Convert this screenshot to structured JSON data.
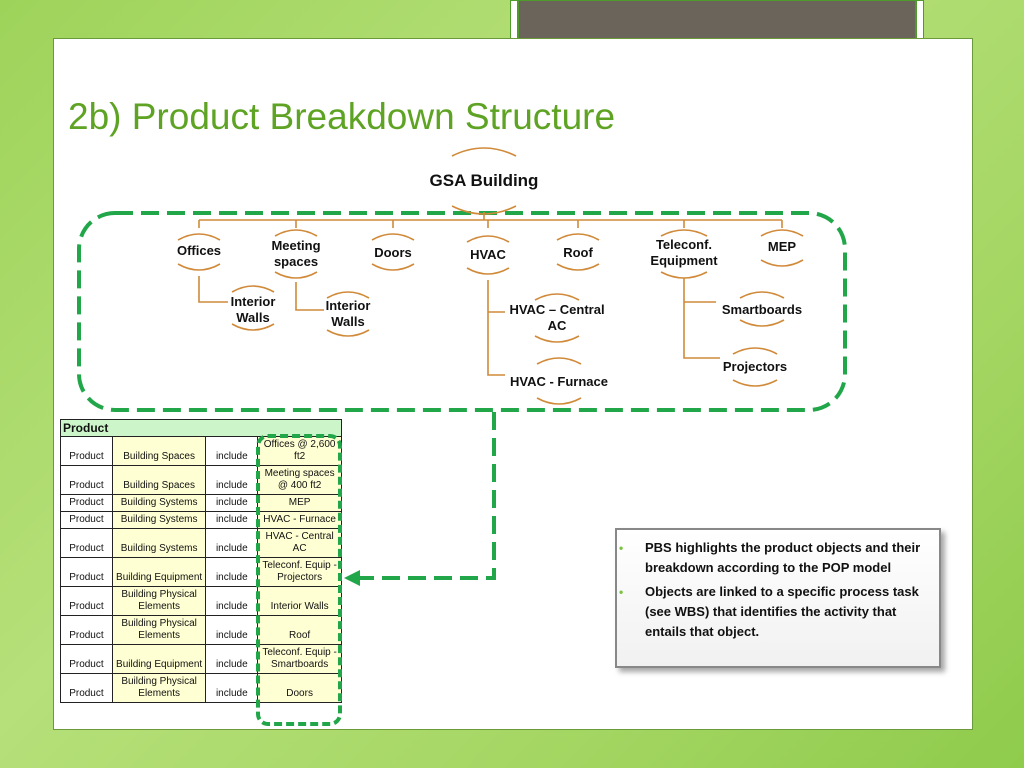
{
  "slide": {
    "title": "2b) Product Breakdown Structure"
  },
  "diagram": {
    "root": "GSA Building",
    "nodes": {
      "offices": "Offices",
      "meeting_spaces": [
        "Meeting",
        "spaces"
      ],
      "doors": "Doors",
      "hvac": "HVAC",
      "roof": "Roof",
      "teleconf": [
        "Teleconf.",
        "Equipment"
      ],
      "mep": "MEP",
      "interior_walls_1": [
        "Interior",
        "Walls"
      ],
      "interior_walls_2": [
        "Interior",
        "Walls"
      ],
      "hvac_central": [
        "HVAC – Central",
        "AC"
      ],
      "hvac_furnace": "HVAC - Furnace",
      "smartboards": "Smartboards",
      "projectors": "Projectors"
    },
    "colors": {
      "connector": "#d08a3a",
      "dash": "#21a64a"
    }
  },
  "table": {
    "header": "Product",
    "rows": [
      [
        "Product",
        "Building Spaces",
        "include",
        "Offices @ 2,600 ft2"
      ],
      [
        "Product",
        "Building Spaces",
        "include",
        "Meeting spaces @ 400 ft2"
      ],
      [
        "Product",
        "Building Systems",
        "include",
        "MEP"
      ],
      [
        "Product",
        "Building Systems",
        "include",
        "HVAC - Furnace"
      ],
      [
        "Product",
        "Building Systems",
        "include",
        "HVAC - Central AC"
      ],
      [
        "Product",
        "Building Equipment",
        "include",
        "Teleconf. Equip - Projectors"
      ],
      [
        "Product",
        "Building Physical Elements",
        "include",
        "Interior Walls"
      ],
      [
        "Product",
        "Building Physical Elements",
        "include",
        "Roof"
      ],
      [
        "Product",
        "Building Equipment",
        "include",
        "Teleconf. Equip - Smartboards"
      ],
      [
        "Product",
        "Building Physical Elements",
        "include",
        "Doors"
      ]
    ]
  },
  "callout": {
    "bullets": [
      "PBS highlights the product objects and their breakdown according to the POP model",
      "Objects are linked to a specific process task (see WBS) that identifies the activity that entails that object."
    ],
    "bullet_color": "#7cc243"
  }
}
